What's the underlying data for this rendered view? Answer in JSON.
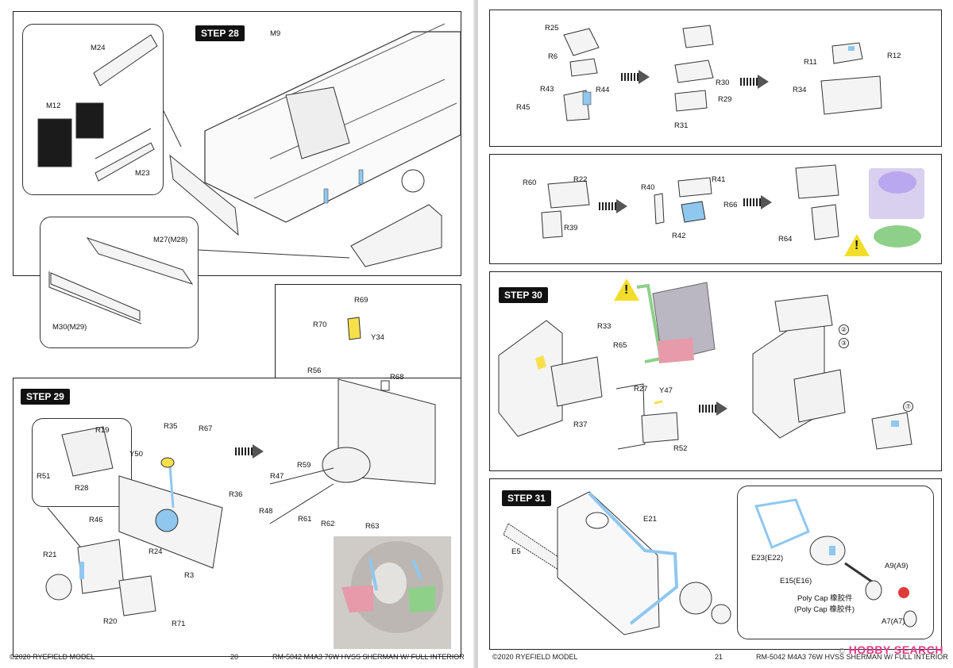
{
  "left_page": {
    "step28": {
      "title": "STEP 28",
      "labels": [
        "M24",
        "M12",
        "M23",
        "M9",
        "M27(M28)",
        "M30(M29)"
      ]
    },
    "step29": {
      "title": "STEP 29",
      "labels": [
        "R19",
        "R51",
        "R28",
        "R35",
        "R67",
        "Y50",
        "R36",
        "R46",
        "R21",
        "R24",
        "R3",
        "R20",
        "R71",
        "R69",
        "R70",
        "Y34",
        "R56",
        "R68",
        "R47",
        "R59",
        "R48",
        "R61",
        "R62",
        "R63"
      ]
    },
    "footer": {
      "copyright": "©2020 RYEFIELD MODEL",
      "page_number": "20",
      "product": "RM-5042  M4A3 76W HVSS SHERMAN W/ FULL INTERIOR"
    }
  },
  "right_page": {
    "panel_a": {
      "labels": [
        "R25",
        "R6",
        "R43",
        "R44",
        "R45",
        "R30",
        "R29",
        "R31",
        "R11",
        "R12",
        "R34"
      ]
    },
    "panel_b": {
      "labels": [
        "R60",
        "R22",
        "R39",
        "R40",
        "R41",
        "R66",
        "R42",
        "R64"
      ]
    },
    "step30": {
      "title": "STEP 30",
      "labels": [
        "R33",
        "R65",
        "R27",
        "Y47",
        "R37",
        "R52"
      ],
      "circled": [
        "②",
        "③",
        "⑦"
      ]
    },
    "step31": {
      "title": "STEP 31",
      "labels": [
        "E21",
        "E5",
        "E23(E22)",
        "E15(E16)",
        "A9(A9)",
        "A7(A7)"
      ],
      "poly_cap_line1": "Poly Cap 橡胶件",
      "poly_cap_line2": "(Poly Cap 橡胶件)"
    },
    "footer": {
      "copyright": "©2020 RYEFIELD MODEL",
      "page_number": "21",
      "product": "RM-5042  M4A3 76W HVSS SHERMAN W/ FULL INTERIOR"
    }
  },
  "watermark": {
    "brand": "HOBBY SEARCH",
    "small": "©"
  },
  "colors": {
    "blue_highlight": "#8fc7ef",
    "yellow_highlight": "#f7e04a",
    "warning": "#f2de2a",
    "pink_part": "#e79aa9",
    "green_part": "#8ed08a",
    "purple_part": "#b9a7f0"
  }
}
